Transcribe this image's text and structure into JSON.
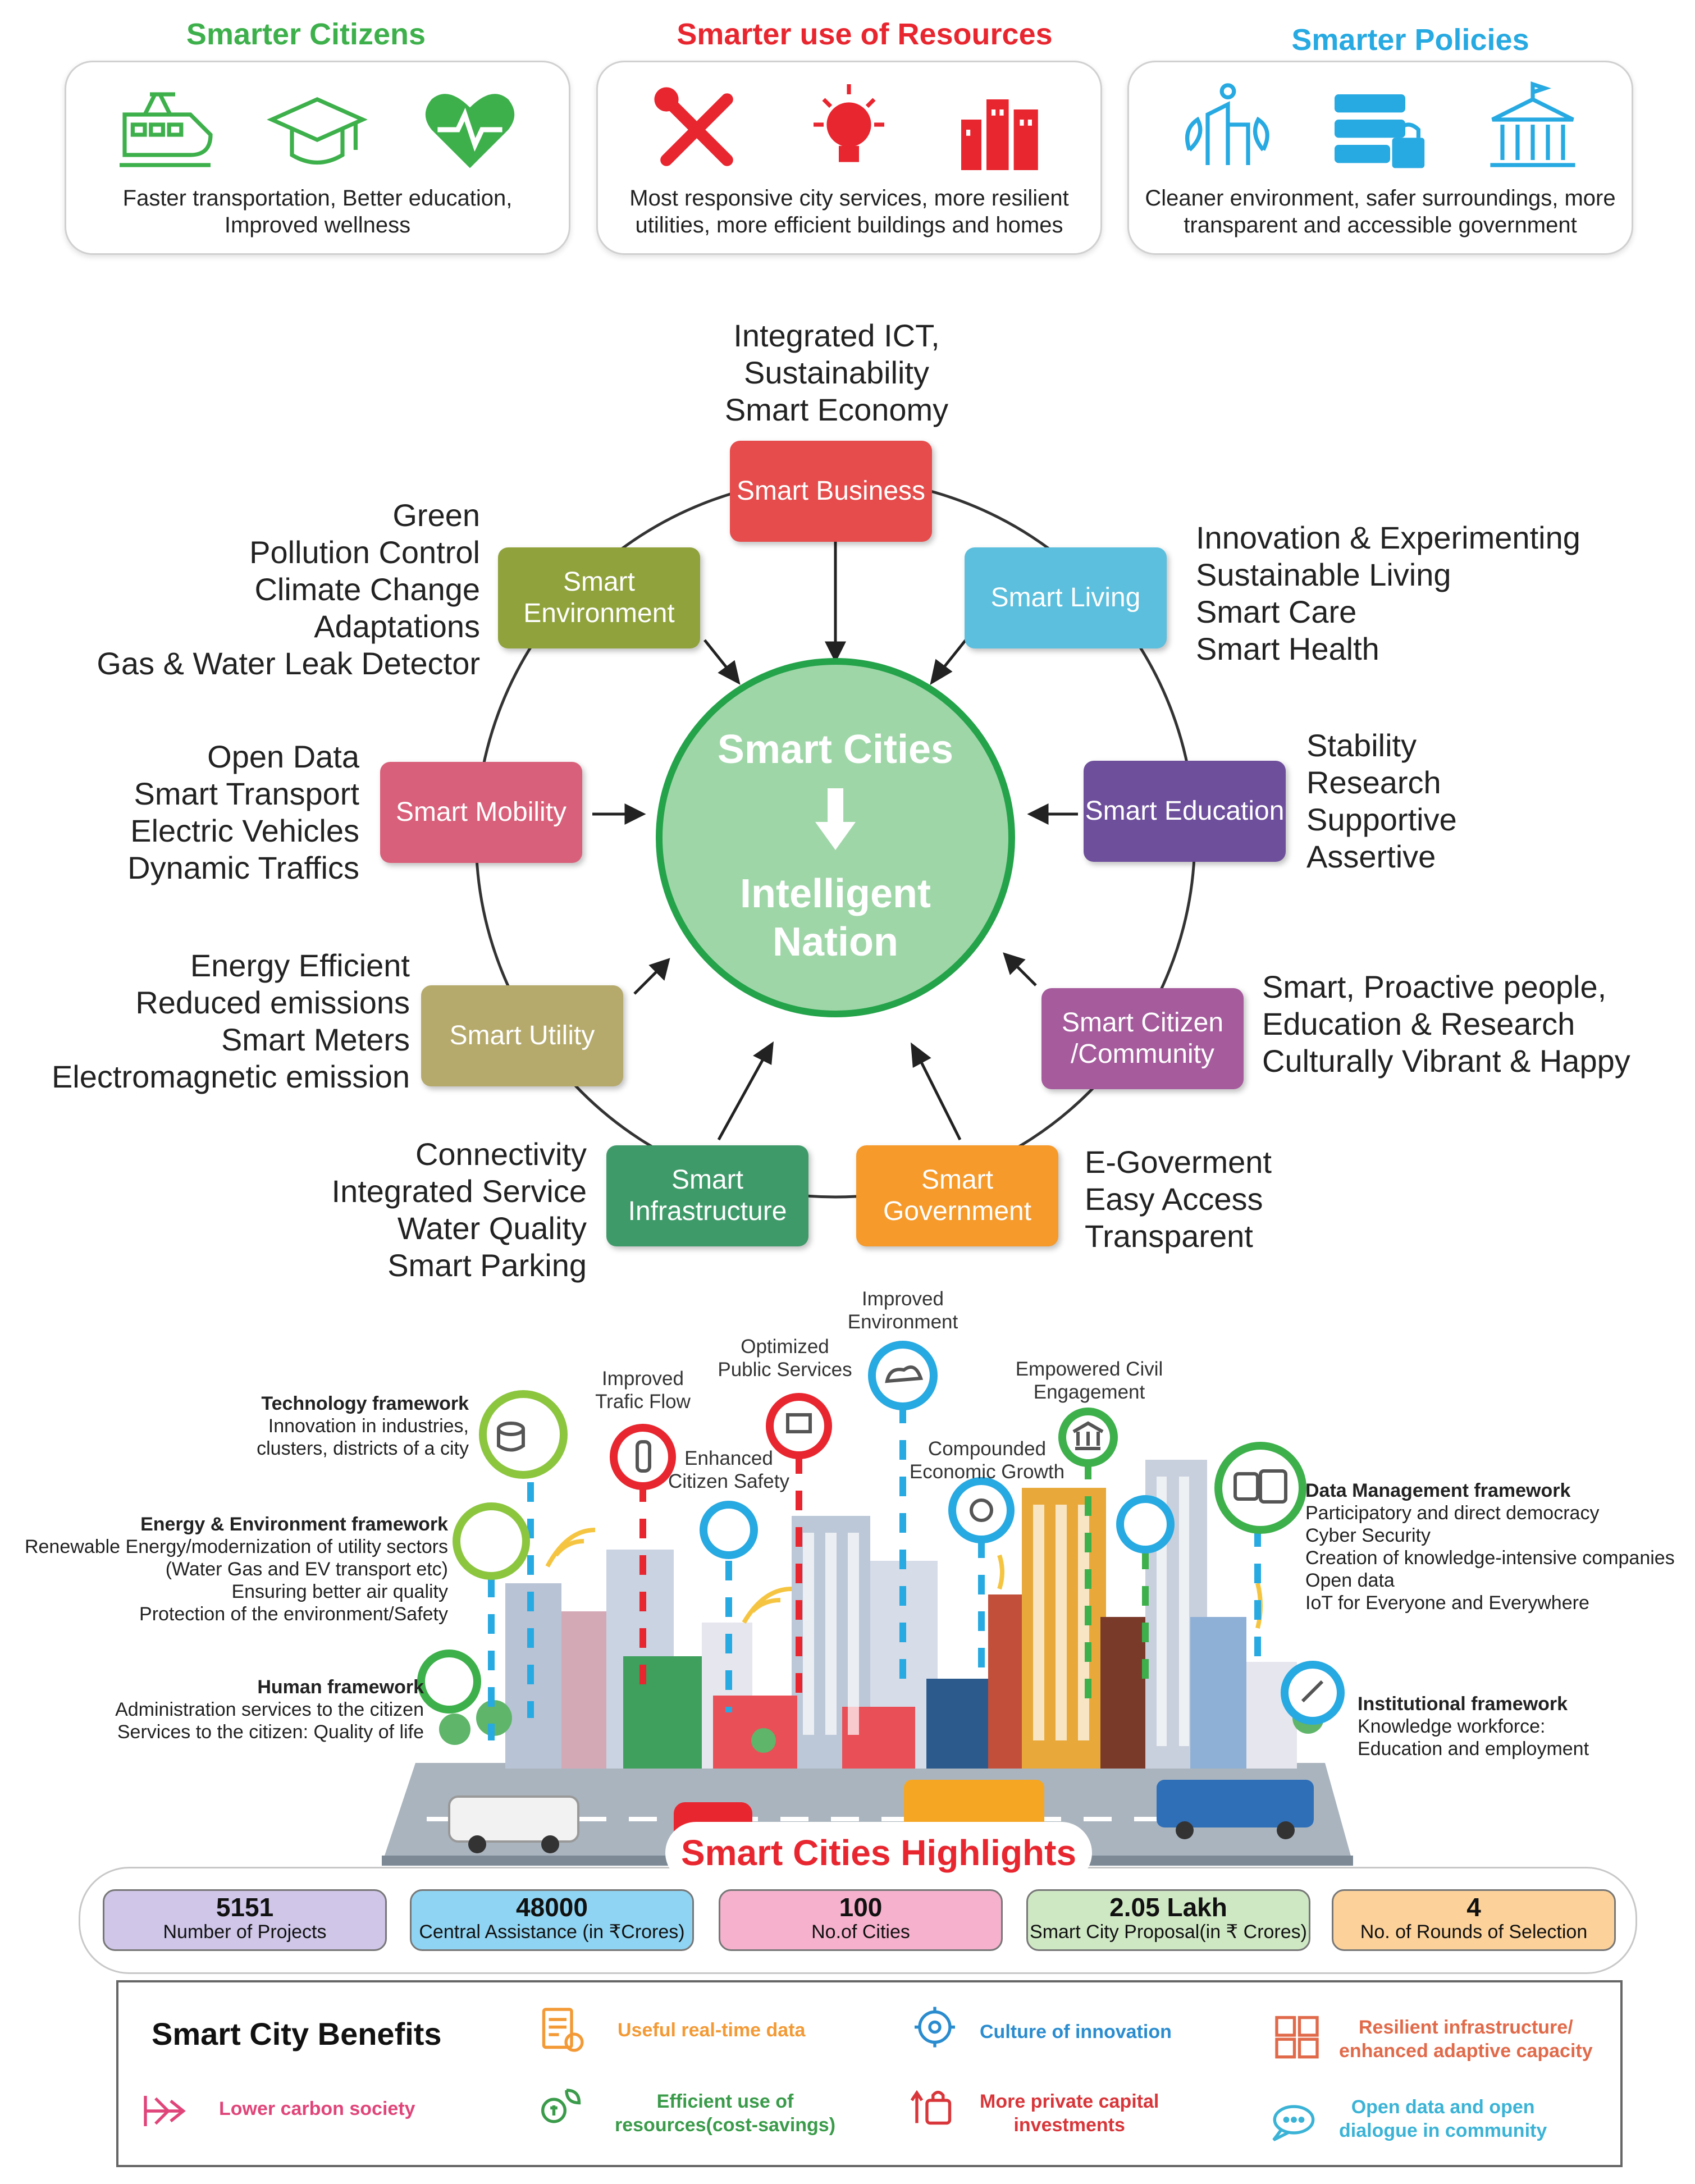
{
  "top": {
    "citizens": {
      "title": "Smarter Citizens",
      "desc": "Faster transportation, Better education, Improved wellness",
      "color": "#3db04b"
    },
    "resources": {
      "title": "Smarter use of Resources",
      "desc": "Most responsive city services, more resilient utilities, more efficient buildings and homes",
      "color": "#e8262f"
    },
    "policies": {
      "title": "Smarter Policies",
      "desc": "Cleaner environment, safer surroundings, more transparent and accessible government",
      "color": "#27a9e1"
    }
  },
  "wheel": {
    "hub_top": "Smart Cities",
    "hub_bottom": "Intelligent Nation",
    "nodes": [
      {
        "name": "Smart Business",
        "color": "#e64c4c",
        "text": "Integrated ICT,\nSustainability\nSmart Economy"
      },
      {
        "name": "Smart Living",
        "color": "#5bbfdd",
        "text": "Innovation & Experimenting\nSustainable Living\nSmart Care\nSmart Health"
      },
      {
        "name": "Smart Education",
        "color": "#6e4f9c",
        "text": "Stability\nResearch\nSupportive\nAssertive"
      },
      {
        "name": "Smart Citizen /Community",
        "color": "#a55b9c",
        "text": "Smart, Proactive people,\nEducation & Research\nCulturally Vibrant & Happy"
      },
      {
        "name": "Smart Government",
        "color": "#f59a2b",
        "text": "E-Goverment\nEasy Access\nTransparent"
      },
      {
        "name": "Smart Infrastructure",
        "color": "#3f9a6a",
        "text": "Connectivity\nIntegrated Service\nWater Quality\nSmart Parking"
      },
      {
        "name": "Smart Utility",
        "color": "#b5aa6c",
        "text": "Energy Efficient\nReduced emissions\nSmart Meters\nElectromagnetic emission"
      },
      {
        "name": "Smart Mobility",
        "color": "#d9607a",
        "text": "Open Data\nSmart Transport\nElectric Vehicles\nDynamic Traffics"
      },
      {
        "name": "Smart Environment",
        "color": "#8fa23b",
        "text": "Green\nPollution Control\nClimate Change\nAdaptations\nGas & Water Leak Detector"
      }
    ]
  },
  "city": {
    "pins": [
      {
        "label": "Improved\nTrafic Flow",
        "color": "#e8262f"
      },
      {
        "label": "Enhanced\nCitizen Safety",
        "color": "#27a9e1"
      },
      {
        "label": "Optimized\nPublic Services",
        "color": "#e8262f"
      },
      {
        "label": "Improved\nEnvironment",
        "color": "#27a9e1"
      },
      {
        "label": "Compounded\nEconomic Growth",
        "color": "#27a9e1"
      },
      {
        "label": "Empowered Civil\nEngagement",
        "color": "#3db04b"
      }
    ],
    "frameworks": [
      {
        "title": "Technology framework",
        "lines": [
          "Innovation in industries,",
          "clusters, districts of a city"
        ]
      },
      {
        "title": "Energy & Environment framework",
        "lines": [
          "Renewable Energy/modernization of utility sectors",
          "(Water Gas and EV transport  etc)",
          "Ensuring better air quality",
          "Protection of the environment/Safety"
        ]
      },
      {
        "title": "Human framework",
        "lines": [
          "Administration services to the citizen",
          "Services to the citizen: Quality of life"
        ]
      },
      {
        "title": "Data Management framework",
        "lines": [
          "Participatory and direct democracy",
          "Cyber Security",
          "Creation of knowledge-intensive companies",
          "Open data",
          "IoT for Everyone and Everywhere"
        ]
      },
      {
        "title": "Institutional framework",
        "lines": [
          "Knowledge workforce:",
          "Education and employment"
        ]
      }
    ]
  },
  "highlights": {
    "title": "Smart Cities Highlights",
    "items": [
      {
        "value": "5151",
        "desc": "Number of Projects",
        "color": "#cfc6e8"
      },
      {
        "value": "48000",
        "desc": "Central Assistance (in ₹Crores)",
        "color": "#8fd4f2"
      },
      {
        "value": "100",
        "desc": "No.of Cities",
        "color": "#f6b1cc"
      },
      {
        "value": "2.05 Lakh",
        "desc": "Smart City Proposal(in ₹ Crores)",
        "color": "#cfe8c4"
      },
      {
        "value": "4",
        "desc": "No. of Rounds of Selection",
        "color": "#fcd29a"
      }
    ]
  },
  "benefits": {
    "title": "Smart City Benefits",
    "items": [
      {
        "label": "Useful real-time data",
        "color": "#f39a36"
      },
      {
        "label": "Culture of innovation",
        "color": "#2a8ccf"
      },
      {
        "label": "Resilient infrastructure/\nenhanced adaptive capacity",
        "color": "#e06a4a"
      },
      {
        "label": "Lower carbon society",
        "color": "#e0457a"
      },
      {
        "label": "Efficient use of\nresources(cost-savings)",
        "color": "#3a9b4a"
      },
      {
        "label": "More private capital\ninvestments",
        "color": "#d8363a"
      },
      {
        "label": "Open data and open\ndialogue in community",
        "color": "#3bb3d6"
      }
    ]
  }
}
